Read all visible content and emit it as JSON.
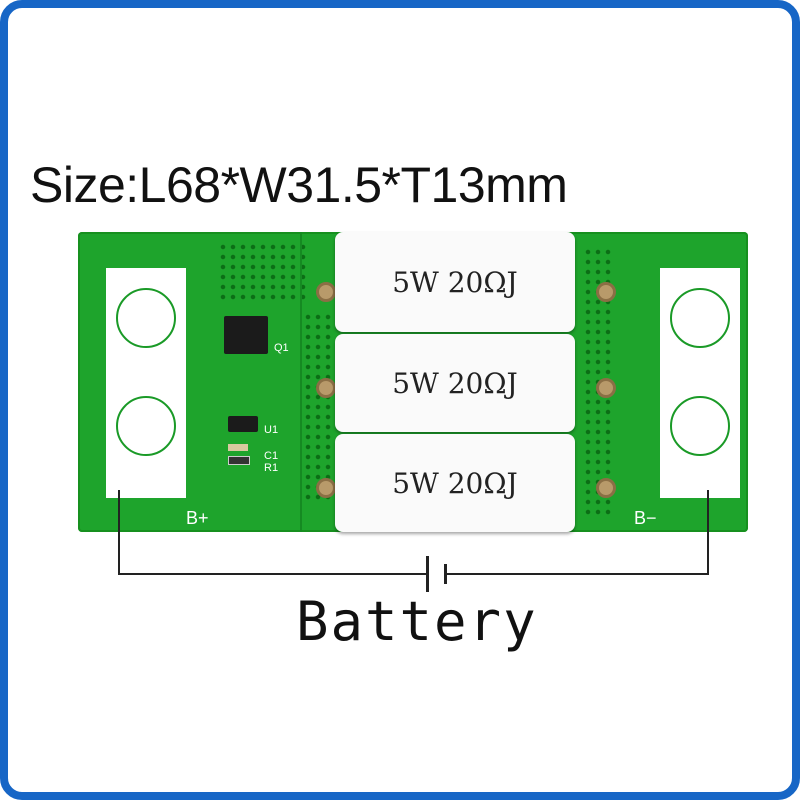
{
  "title": "Size:L68*W31.5*T13mm",
  "board": {
    "resistors": [
      "5W 20ΩJ",
      "5W 20ΩJ",
      "5W 20ΩJ"
    ],
    "silkscreen": {
      "q1": "Q1",
      "u1": "U1",
      "c1": "C1",
      "r1": "R1"
    },
    "terminal_positive": "B+",
    "terminal_negative": "B−"
  },
  "diagram_label": "Battery",
  "colors": {
    "frame": "#1766c6",
    "pcb": "#1ea42c"
  }
}
